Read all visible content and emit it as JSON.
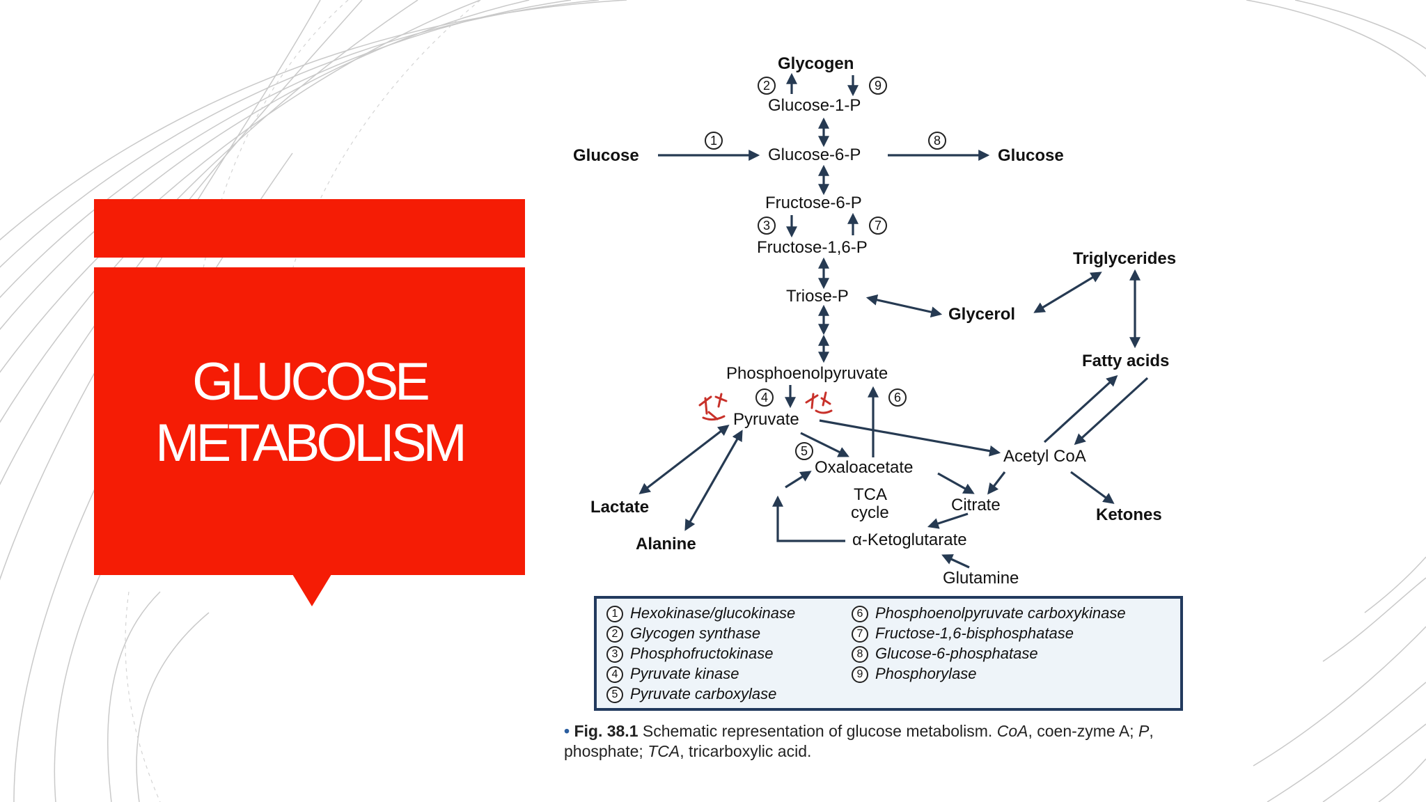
{
  "slide": {
    "title_line1": "GLUCOSE",
    "title_line2": "METABOLISM",
    "accent_color": "#f51c05"
  },
  "diagram": {
    "nodes": {
      "glycogen": "Glycogen",
      "glucose_1_p": "Glucose-1-P",
      "glucose_in": "Glucose",
      "glucose_6_p": "Glucose-6-P",
      "glucose_out": "Glucose",
      "fructose_6_p": "Fructose-6-P",
      "fructose_1_6_p": "Fructose-1,6-P",
      "triose_p": "Triose-P",
      "glycerol": "Glycerol",
      "triglycerides": "Triglycerides",
      "fatty_acids": "Fatty acids",
      "pep": "Phosphoenolpyruvate",
      "pyruvate": "Pyruvate",
      "acetyl_coa": "Acetyl CoA",
      "oxaloacetate": "Oxaloacetate",
      "lactate": "Lactate",
      "alanine": "Alanine",
      "tca_1": "TCA",
      "tca_2": "cycle",
      "citrate": "Citrate",
      "ketones": "Ketones",
      "a_ketoglutarate": "α-Ketoglutarate",
      "glutamine": "Glutamine"
    },
    "step_numbers": [
      "1",
      "2",
      "3",
      "4",
      "5",
      "6",
      "7",
      "8",
      "9"
    ],
    "legend": [
      {
        "num": "1",
        "name": "Hexokinase/glucokinase"
      },
      {
        "num": "2",
        "name": "Glycogen synthase"
      },
      {
        "num": "3",
        "name": "Phosphofructokinase"
      },
      {
        "num": "4",
        "name": "Pyruvate kinase"
      },
      {
        "num": "5",
        "name": "Pyruvate carboxylase"
      },
      {
        "num": "6",
        "name": "Phosphoenolpyruvate carboxykinase"
      },
      {
        "num": "7",
        "name": "Fructose-1,6-bisphosphatase"
      },
      {
        "num": "8",
        "name": "Glucose-6-phosphatase"
      },
      {
        "num": "9",
        "name": "Phosphorylase"
      }
    ],
    "caption": {
      "bullet": "•",
      "fig": "Fig. 38.1",
      "text1": " Schematic representation of glucose metabolism. ",
      "coa": "CoA",
      "text2": ", coen-zyme A; ",
      "p": "P",
      "text3": ", phosphate; ",
      "tca": "TCA",
      "text4": ", tricarboxylic acid."
    },
    "arrow_color": "#263a52",
    "annotation_color": "#c8312a"
  }
}
